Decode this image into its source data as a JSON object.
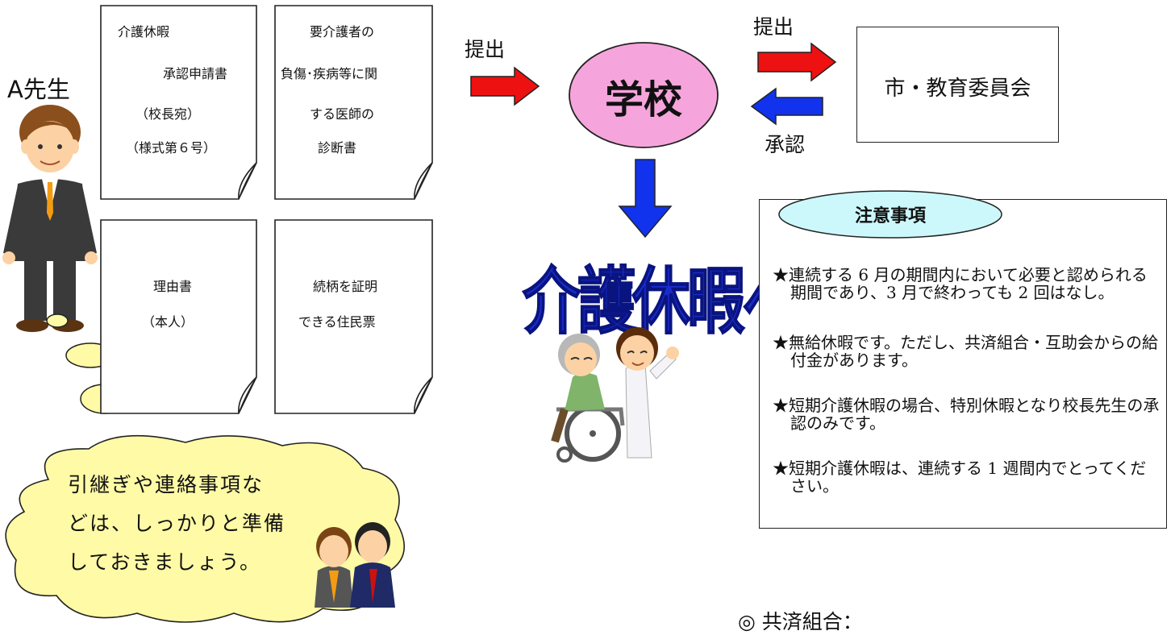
{
  "actor": {
    "label": "A先生"
  },
  "documents": [
    {
      "lines": [
        "介護休暇",
        "承認申請書",
        "（校長宛）",
        "（様式第６号）"
      ]
    },
    {
      "lines": [
        "要介護者の",
        "負傷･疾病等に関",
        "する医師の",
        "診断書"
      ]
    },
    {
      "lines": [
        "理由書",
        "（本人）"
      ]
    },
    {
      "lines": [
        "続柄を証明",
        "できる住民票"
      ]
    }
  ],
  "flow": {
    "submit_label_1": "提出",
    "school_label": "学校",
    "submit_label_2": "提出",
    "approve_label": "承認",
    "board_label": "市・教育委員会",
    "result_label": "介護休暇へ"
  },
  "notice": {
    "title": "注意事項",
    "items": [
      "★連続する 6 月の期間内において必要と認められる期間であり、3 月で終わっても 2 回はなし。",
      "★無給休暇です。ただし、共済組合・互助会からの給付金があります。",
      "★短期介護休暇の場合、特別休暇となり校長先生の承認のみです。",
      "★短期介護休暇は、連続する 1 週間内でとってください。"
    ]
  },
  "advice": {
    "lines": [
      "引継ぎや連絡事項な",
      "どは、しっかりと準備",
      "しておきましょう。"
    ]
  },
  "footer": {
    "partial_text": "◎ 共済組合："
  },
  "colors": {
    "right_arrow": "#ee1111",
    "left_arrow": "#1133ee",
    "down_arrow": "#1133ee",
    "school_fill": "#f5a5dc",
    "notice_title_fill": "#ccf8fb",
    "cloud_fill": "#fffaa6",
    "result_text": "#1a2ccc"
  }
}
